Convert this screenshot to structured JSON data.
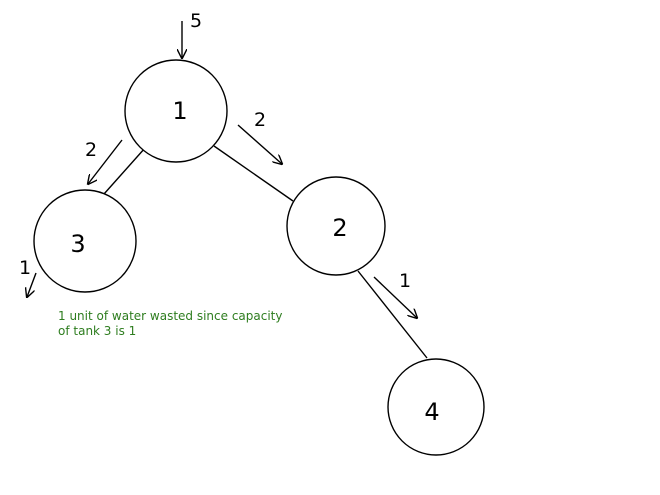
{
  "nodes": [
    {
      "id": "1",
      "label": "1"
    },
    {
      "id": "3",
      "label": "3"
    },
    {
      "id": "2",
      "label": "2"
    },
    {
      "id": "4",
      "label": "4"
    }
  ],
  "edges": [
    {
      "from": "1",
      "to": "3"
    },
    {
      "from": "1",
      "to": "2"
    },
    {
      "from": "2",
      "to": "4"
    }
  ],
  "flows": [
    {
      "id": "inflow-1",
      "target": "1",
      "label": "5"
    },
    {
      "id": "flow-1-3",
      "target": "3",
      "label": "2"
    },
    {
      "id": "flow-1-2",
      "target": "2",
      "label": "2"
    },
    {
      "id": "flow-2-4",
      "target": "4",
      "label": "1"
    },
    {
      "id": "outflow-3",
      "target": "outside",
      "label": "1"
    }
  ],
  "note": {
    "lines": [
      "1 unit of water wasted since capacity",
      "of tank 3 is 1"
    ],
    "color": "#2e7d1f"
  }
}
